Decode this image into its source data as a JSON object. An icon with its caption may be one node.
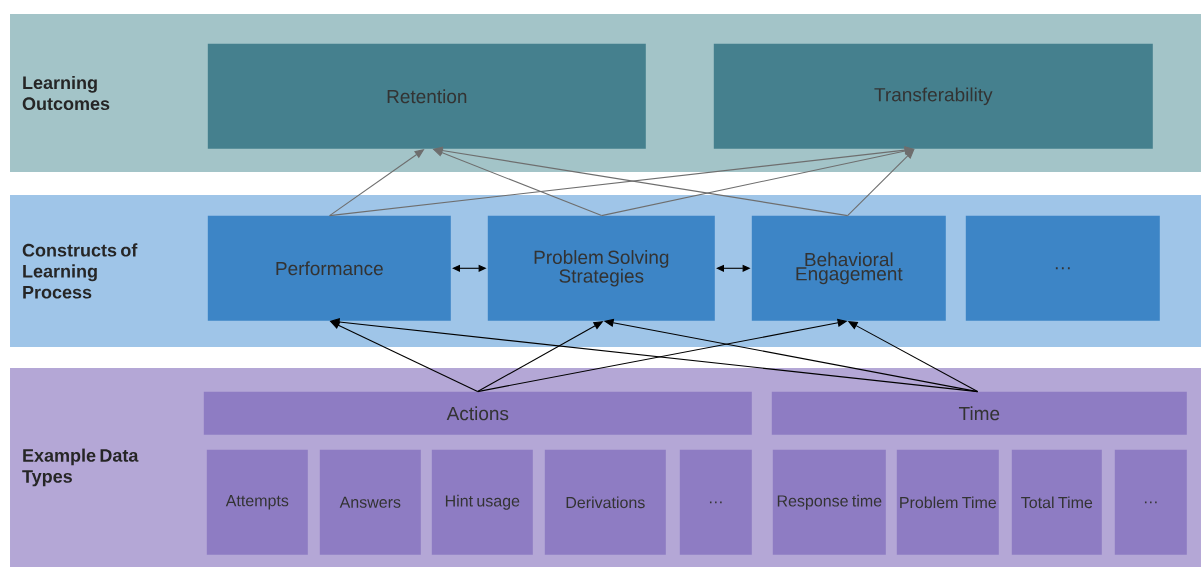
{
  "diagram": {
    "nodes": [
      {
        "text": [
          "Learning Outcomes"
        ]
      },
      {
        "text": [
          "Retention"
        ],
        "in": 0
      },
      {
        "text": [
          "Transferability"
        ],
        "in": 0
      },
      {
        "text": [
          "Constructs of Learning Process"
        ]
      },
      {
        "text": [
          "Performance"
        ],
        "in": 3
      },
      {
        "text": [
          "Problem Solving Strategies"
        ],
        "in": 3
      },
      {
        "text": [
          "Behavioral Engagement"
        ],
        "in": 3
      },
      {
        "text": [
          "…"
        ],
        "in": 3
      },
      {
        "text": [
          "Example Data Types"
        ]
      },
      {
        "text": [
          "Actions"
        ],
        "in": 8
      },
      {
        "text": [
          "Time"
        ],
        "in": 8
      },
      {
        "text": [
          "Attempts"
        ],
        "in": 8
      },
      {
        "text": [
          "Answers"
        ],
        "in": 8
      },
      {
        "text": [
          "Hint usage"
        ],
        "in": 8
      },
      {
        "text": [
          "Derivations"
        ],
        "in": 8
      },
      {
        "text": [
          "…"
        ],
        "in": 8
      },
      {
        "text": [
          "Response time"
        ],
        "in": 8
      },
      {
        "text": [
          "Problem Time"
        ],
        "in": 8
      },
      {
        "text": [
          "Total Time"
        ],
        "in": 8
      },
      {
        "text": [
          "…"
        ],
        "in": 8
      }
    ],
    "edges": [
      {
        "from": 4,
        "to": 1,
        "arrow": "to",
        "color": "#6e6e6e"
      },
      {
        "from": 4,
        "to": 2,
        "arrow": "to",
        "color": "#6e6e6e"
      },
      {
        "from": 5,
        "to": 1,
        "arrow": "to",
        "color": "#6e6e6e"
      },
      {
        "from": 5,
        "to": 2,
        "arrow": "to",
        "color": "#6e6e6e"
      },
      {
        "from": 6,
        "to": 1,
        "arrow": "to",
        "color": "#6e6e6e"
      },
      {
        "from": 6,
        "to": 2,
        "arrow": "to",
        "color": "#6e6e6e"
      },
      {
        "from": 4,
        "to": 5,
        "arrow": "both"
      },
      {
        "from": 5,
        "to": 6,
        "arrow": "both"
      },
      {
        "from": 9,
        "to": 4,
        "arrow": "to"
      },
      {
        "from": 9,
        "to": 5,
        "arrow": "to"
      },
      {
        "from": 9,
        "to": 6,
        "arrow": "to"
      },
      {
        "from": 10,
        "to": 4,
        "arrow": "to"
      },
      {
        "from": 10,
        "to": 5,
        "arrow": "to"
      },
      {
        "from": 10,
        "to": 6,
        "arrow": "to"
      }
    ]
  }
}
